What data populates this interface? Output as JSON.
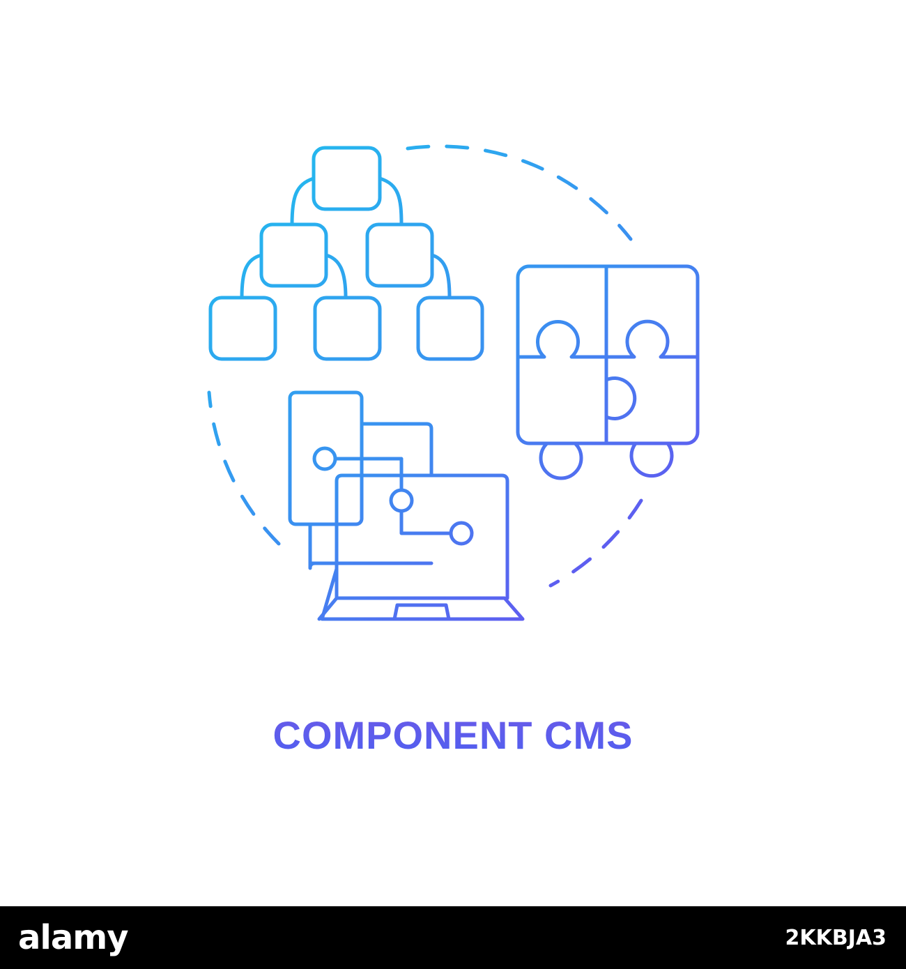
{
  "caption": {
    "text": "COMPONENT CMS"
  },
  "stock_bar": {
    "logo": "alamy",
    "image_id": "2KKBJA3"
  },
  "icons": [
    "hierarchy-chart-icon",
    "puzzle-icon",
    "devices-network-icon",
    "dashed-circle-ring"
  ],
  "colors": {
    "gradient_start": "#1fc1ee",
    "gradient_mid": "#3a8ff0",
    "gradient_end": "#6a4cf0",
    "caption_top": "#6a5ae8",
    "caption_bottom": "#4f5ff0",
    "background": "#ffffff",
    "bar_background": "#000000",
    "bar_text": "#ffffff"
  }
}
